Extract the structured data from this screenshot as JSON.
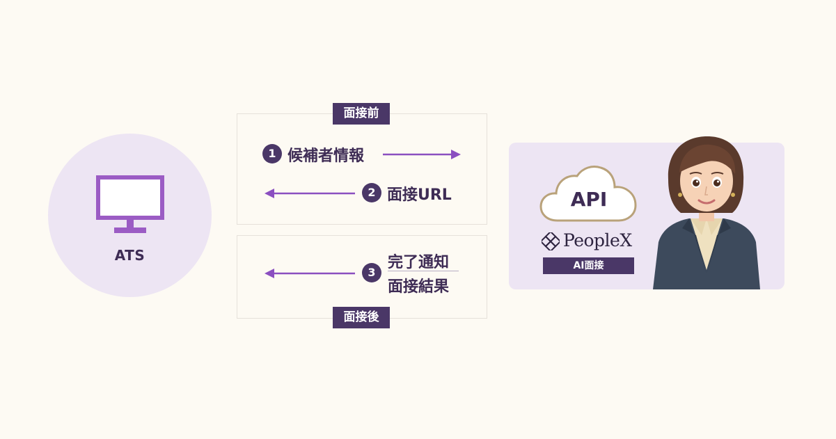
{
  "ats": {
    "label": "ATS",
    "icon": "monitor-icon"
  },
  "before": {
    "tag": "面接前",
    "steps": [
      {
        "number": "1",
        "label": "候補者情報",
        "direction": "right"
      },
      {
        "number": "2",
        "label": "面接URL",
        "direction": "left"
      }
    ]
  },
  "after": {
    "tag": "面接後",
    "steps": [
      {
        "number": "3",
        "lines": [
          "完了通知",
          "面接結果"
        ],
        "direction": "left"
      }
    ]
  },
  "peoplex": {
    "api_label": "API",
    "logo_text": "PeopleX",
    "badge": "AI面接"
  },
  "colors": {
    "accent": "#4a3767",
    "arrow": "#8b4fc0",
    "monitor": "#9b5cc4",
    "panel": "#ede5f3",
    "background": "#fdfaf3"
  }
}
